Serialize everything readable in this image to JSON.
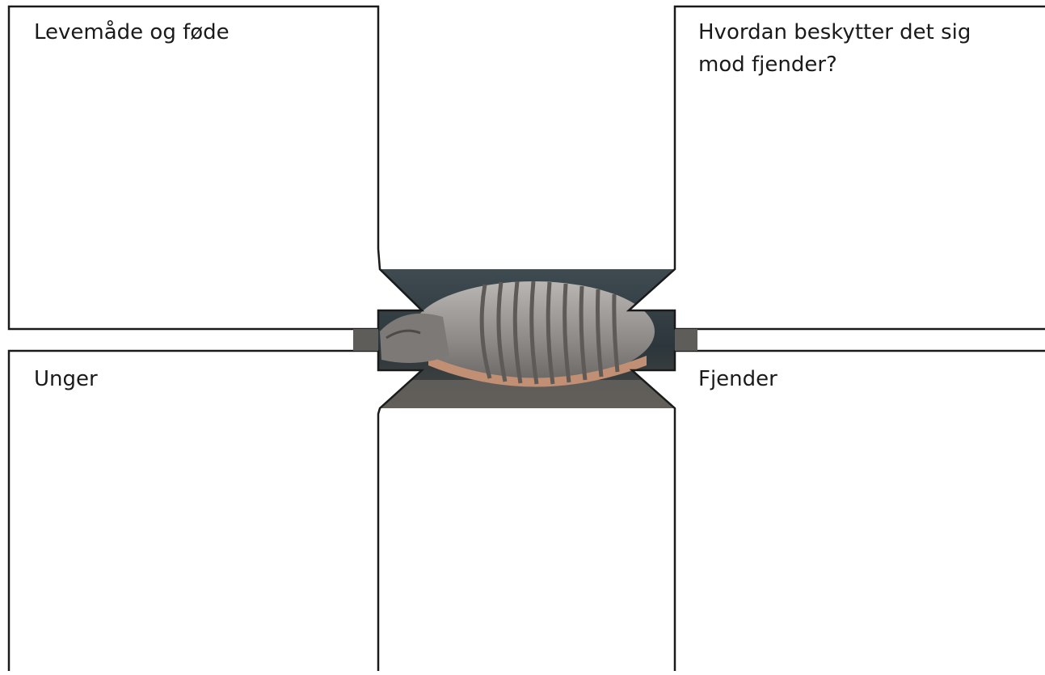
{
  "worksheet": {
    "boxes": {
      "top_left": "Levemåde og føde",
      "top_right": "Hvordan beskytter det sig mod fjender?",
      "bottom_left": "Unger",
      "bottom_right": "Fjender"
    },
    "center_image": {
      "subject": "armadillo-photo"
    },
    "colors": {
      "outline": "#1a1a1a",
      "photo_background": "#2f3a40",
      "armor_shell": "#9a9694",
      "armor_band_shadow": "#5e5a58",
      "belly_edge": "#c08f74"
    }
  }
}
